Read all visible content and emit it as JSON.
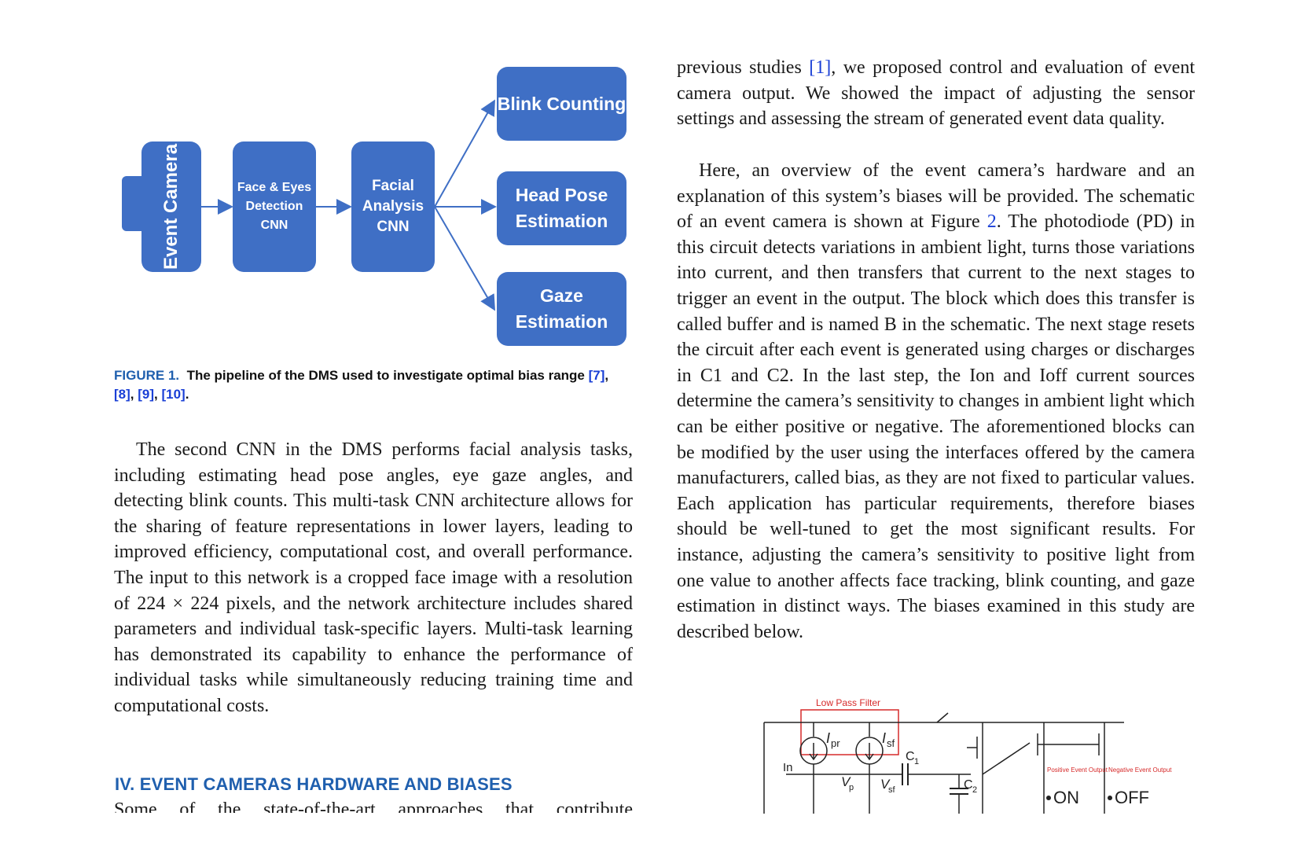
{
  "figure1": {
    "boxes": {
      "event_camera": "Event Camera",
      "face_eyes": "Face & Eyes Detection CNN",
      "facial_analysis": "Facial Analysis CNN",
      "blink": "Blink Counting",
      "head_pose": "Head Pose Estimation",
      "gaze": "Gaze Estimation"
    },
    "caption_label": "FIGURE 1.",
    "caption_text": "The pipeline of the DMS used to investigate optimal bias range",
    "caption_refs": [
      "[7]",
      "[8]",
      "[9]",
      "[10]"
    ]
  },
  "left_column": {
    "paragraph": "The second CNN in the DMS performs facial analysis tasks, including estimating head pose angles, eye gaze angles, and detecting blink counts. This multi-task CNN architecture allows for the sharing of feature representations in lower layers, leading to improved efficiency, computational cost, and overall performance. The input to this network is a cropped face image with a resolution of 224 × 224 pixels, and the network architecture includes shared parameters and individual task-specific layers. Multi-task learning has demonstrated its capability to enhance the performance of individual tasks while simultaneously reducing training time and computational costs.",
    "section_heading": "IV.  EVENT CAMERAS HARDWARE AND BIASES",
    "cut_line": "Some of the state-of-the-art approaches that contribute"
  },
  "right_column": {
    "p1_before": "previous studies ",
    "p1_cite": "[1]",
    "p1_after": ", we proposed control and evaluation of event camera output. We showed the impact of adjusting the sensor settings and assessing the stream of generated event data quality.",
    "p2_before": "Here, an overview of the event camera’s hardware and an explanation of this system’s biases will be provided. The schematic of an event camera is shown at Figure ",
    "p2_cite": "2",
    "p2_after": ". The photodiode (PD) in this circuit detects variations in ambient light, turns those variations into current, and then transfers that current to the next stages to trigger an event in the output. The block which does this transfer is called buffer and is named B in the schematic. The next stage resets the circuit after each event is generated using charges or discharges in C1 and C2. In the last step, the Ion and Ioff current sources determine the camera’s sensitivity to changes in ambient light which can be either positive or negative. The aforementioned blocks can be modified by the user using the interfaces offered by the camera manufacturers, called bias, as they are not fixed to particular values. Each application has particular requirements, therefore biases should be well-tuned to get the most significant results. For instance, adjusting the camera’s sensitivity to positive light from one value to another affects face tracking, blink counting, and gaze estimation in distinct ways. The biases examined in this study are described below."
  },
  "schematic": {
    "filter_label": "Low Pass Filter",
    "ipr": "pr",
    "isf": "sf",
    "in_label": "In",
    "vp": "V",
    "vp_sub": "p",
    "vsf": "V",
    "vsf_sub": "sf",
    "c1": "C",
    "c1_sub": "1",
    "c2": "C",
    "c2_sub": "2",
    "pos_label": "Positive Event Output",
    "neg_label": "Negative Event Output",
    "on": "ON",
    "off": "OFF"
  }
}
